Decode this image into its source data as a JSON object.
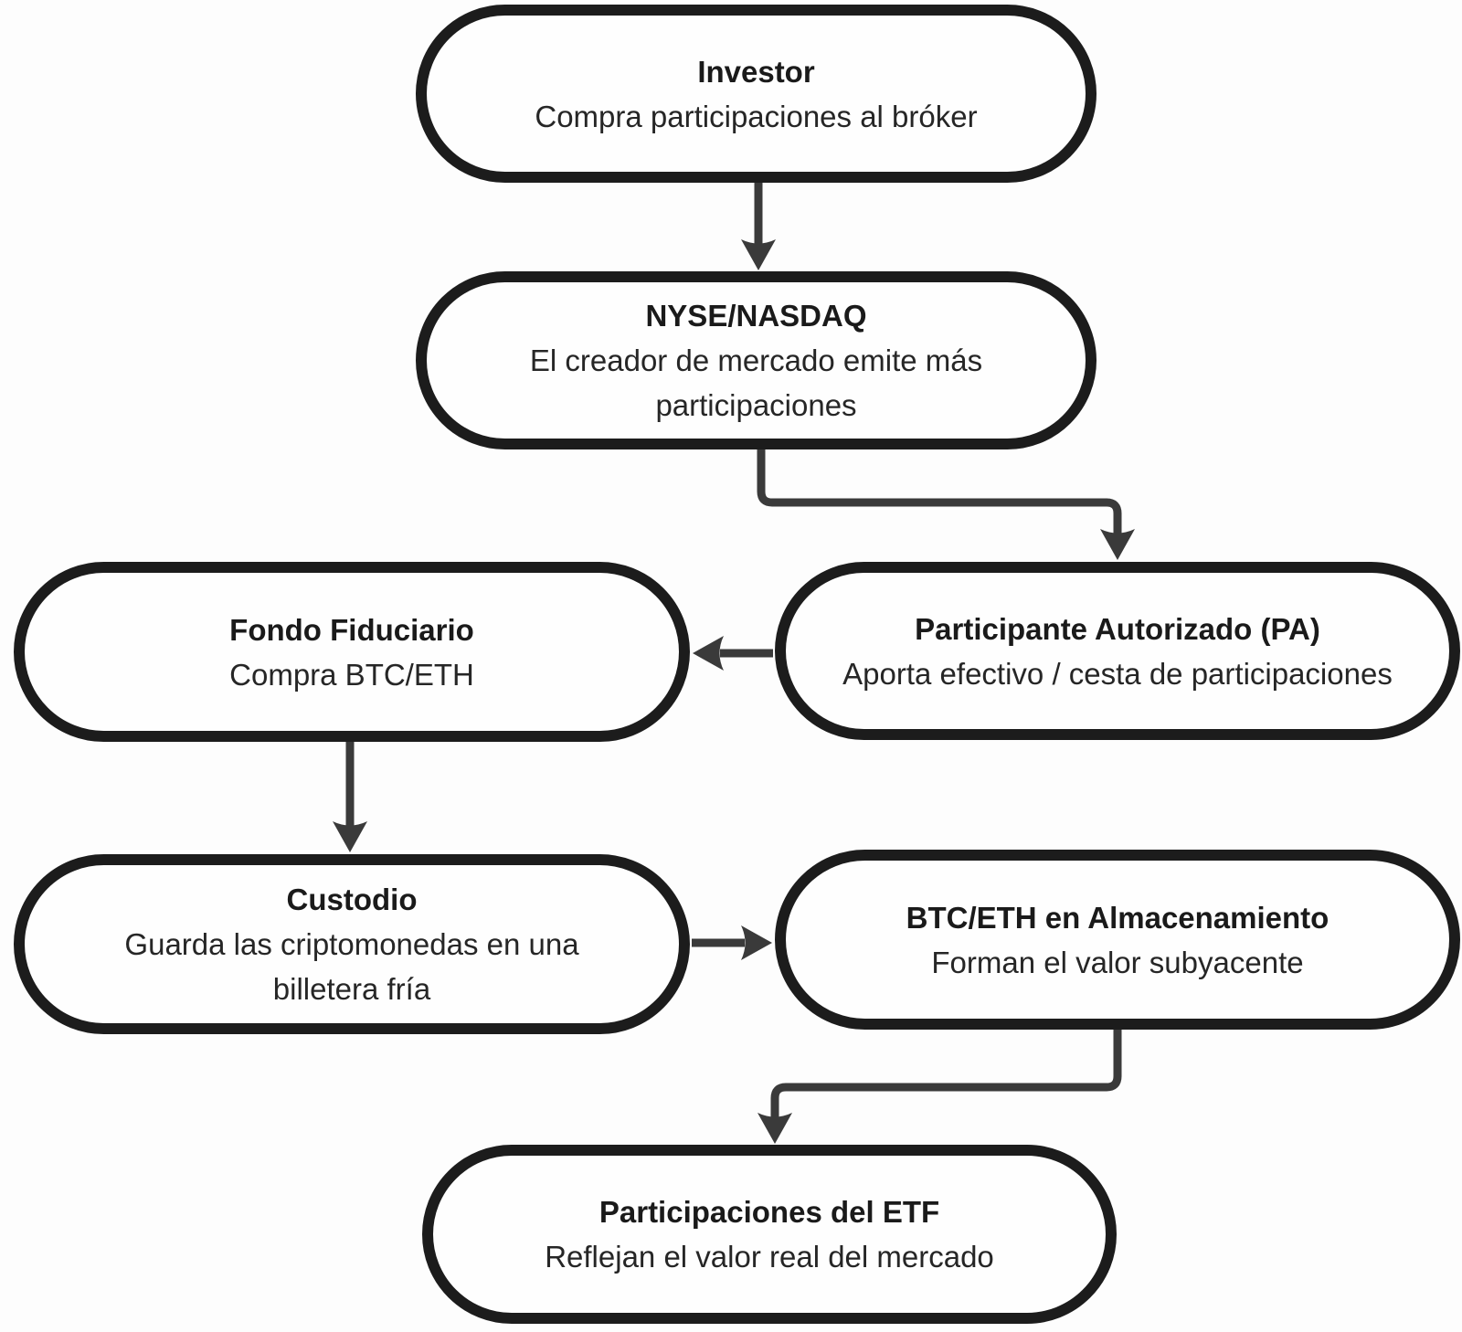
{
  "diagram": {
    "type": "flowchart",
    "language": "es",
    "colors": {
      "background": "#fdfdfd",
      "node_fill": "#fefefe",
      "node_border": "#1c1c1c",
      "connector": "#3a3a3a",
      "text": "#262626"
    },
    "nodes": {
      "investor": {
        "title": "Investor",
        "subtitle": "Compra participaciones al bróker"
      },
      "nyse": {
        "title": "NYSE/NASDAQ",
        "subtitle": "El creador de mercado emite más participaciones"
      },
      "fondo": {
        "title": "Fondo Fiduciario",
        "subtitle": "Compra BTC/ETH"
      },
      "pa": {
        "title": "Participante Autorizado (PA)",
        "subtitle": "Aporta efectivo / cesta de participaciones"
      },
      "custodio": {
        "title": "Custodio",
        "subtitle": "Guarda las criptomonedas en una billetera fría"
      },
      "btc_almacenamiento": {
        "title": "BTC/ETH en Almacenamiento",
        "subtitle": "Forman el valor subyacente"
      },
      "etf": {
        "title": "Participaciones del ETF",
        "subtitle": "Reflejan el valor real del mercado"
      }
    },
    "edges": [
      {
        "from": "Investor",
        "to": "NYSE/NASDAQ",
        "style": "straight-down"
      },
      {
        "from": "NYSE/NASDAQ",
        "to": "Participante Autorizado (PA)",
        "style": "elbow-down-right-down"
      },
      {
        "from": "Participante Autorizado (PA)",
        "to": "Fondo Fiduciario",
        "style": "straight-left"
      },
      {
        "from": "Fondo Fiduciario",
        "to": "Custodio",
        "style": "straight-down"
      },
      {
        "from": "Custodio",
        "to": "BTC/ETH en Almacenamiento",
        "style": "straight-right"
      },
      {
        "from": "BTC/ETH en Almacenamiento",
        "to": "Participaciones del ETF",
        "style": "elbow-down-left-down"
      }
    ]
  }
}
